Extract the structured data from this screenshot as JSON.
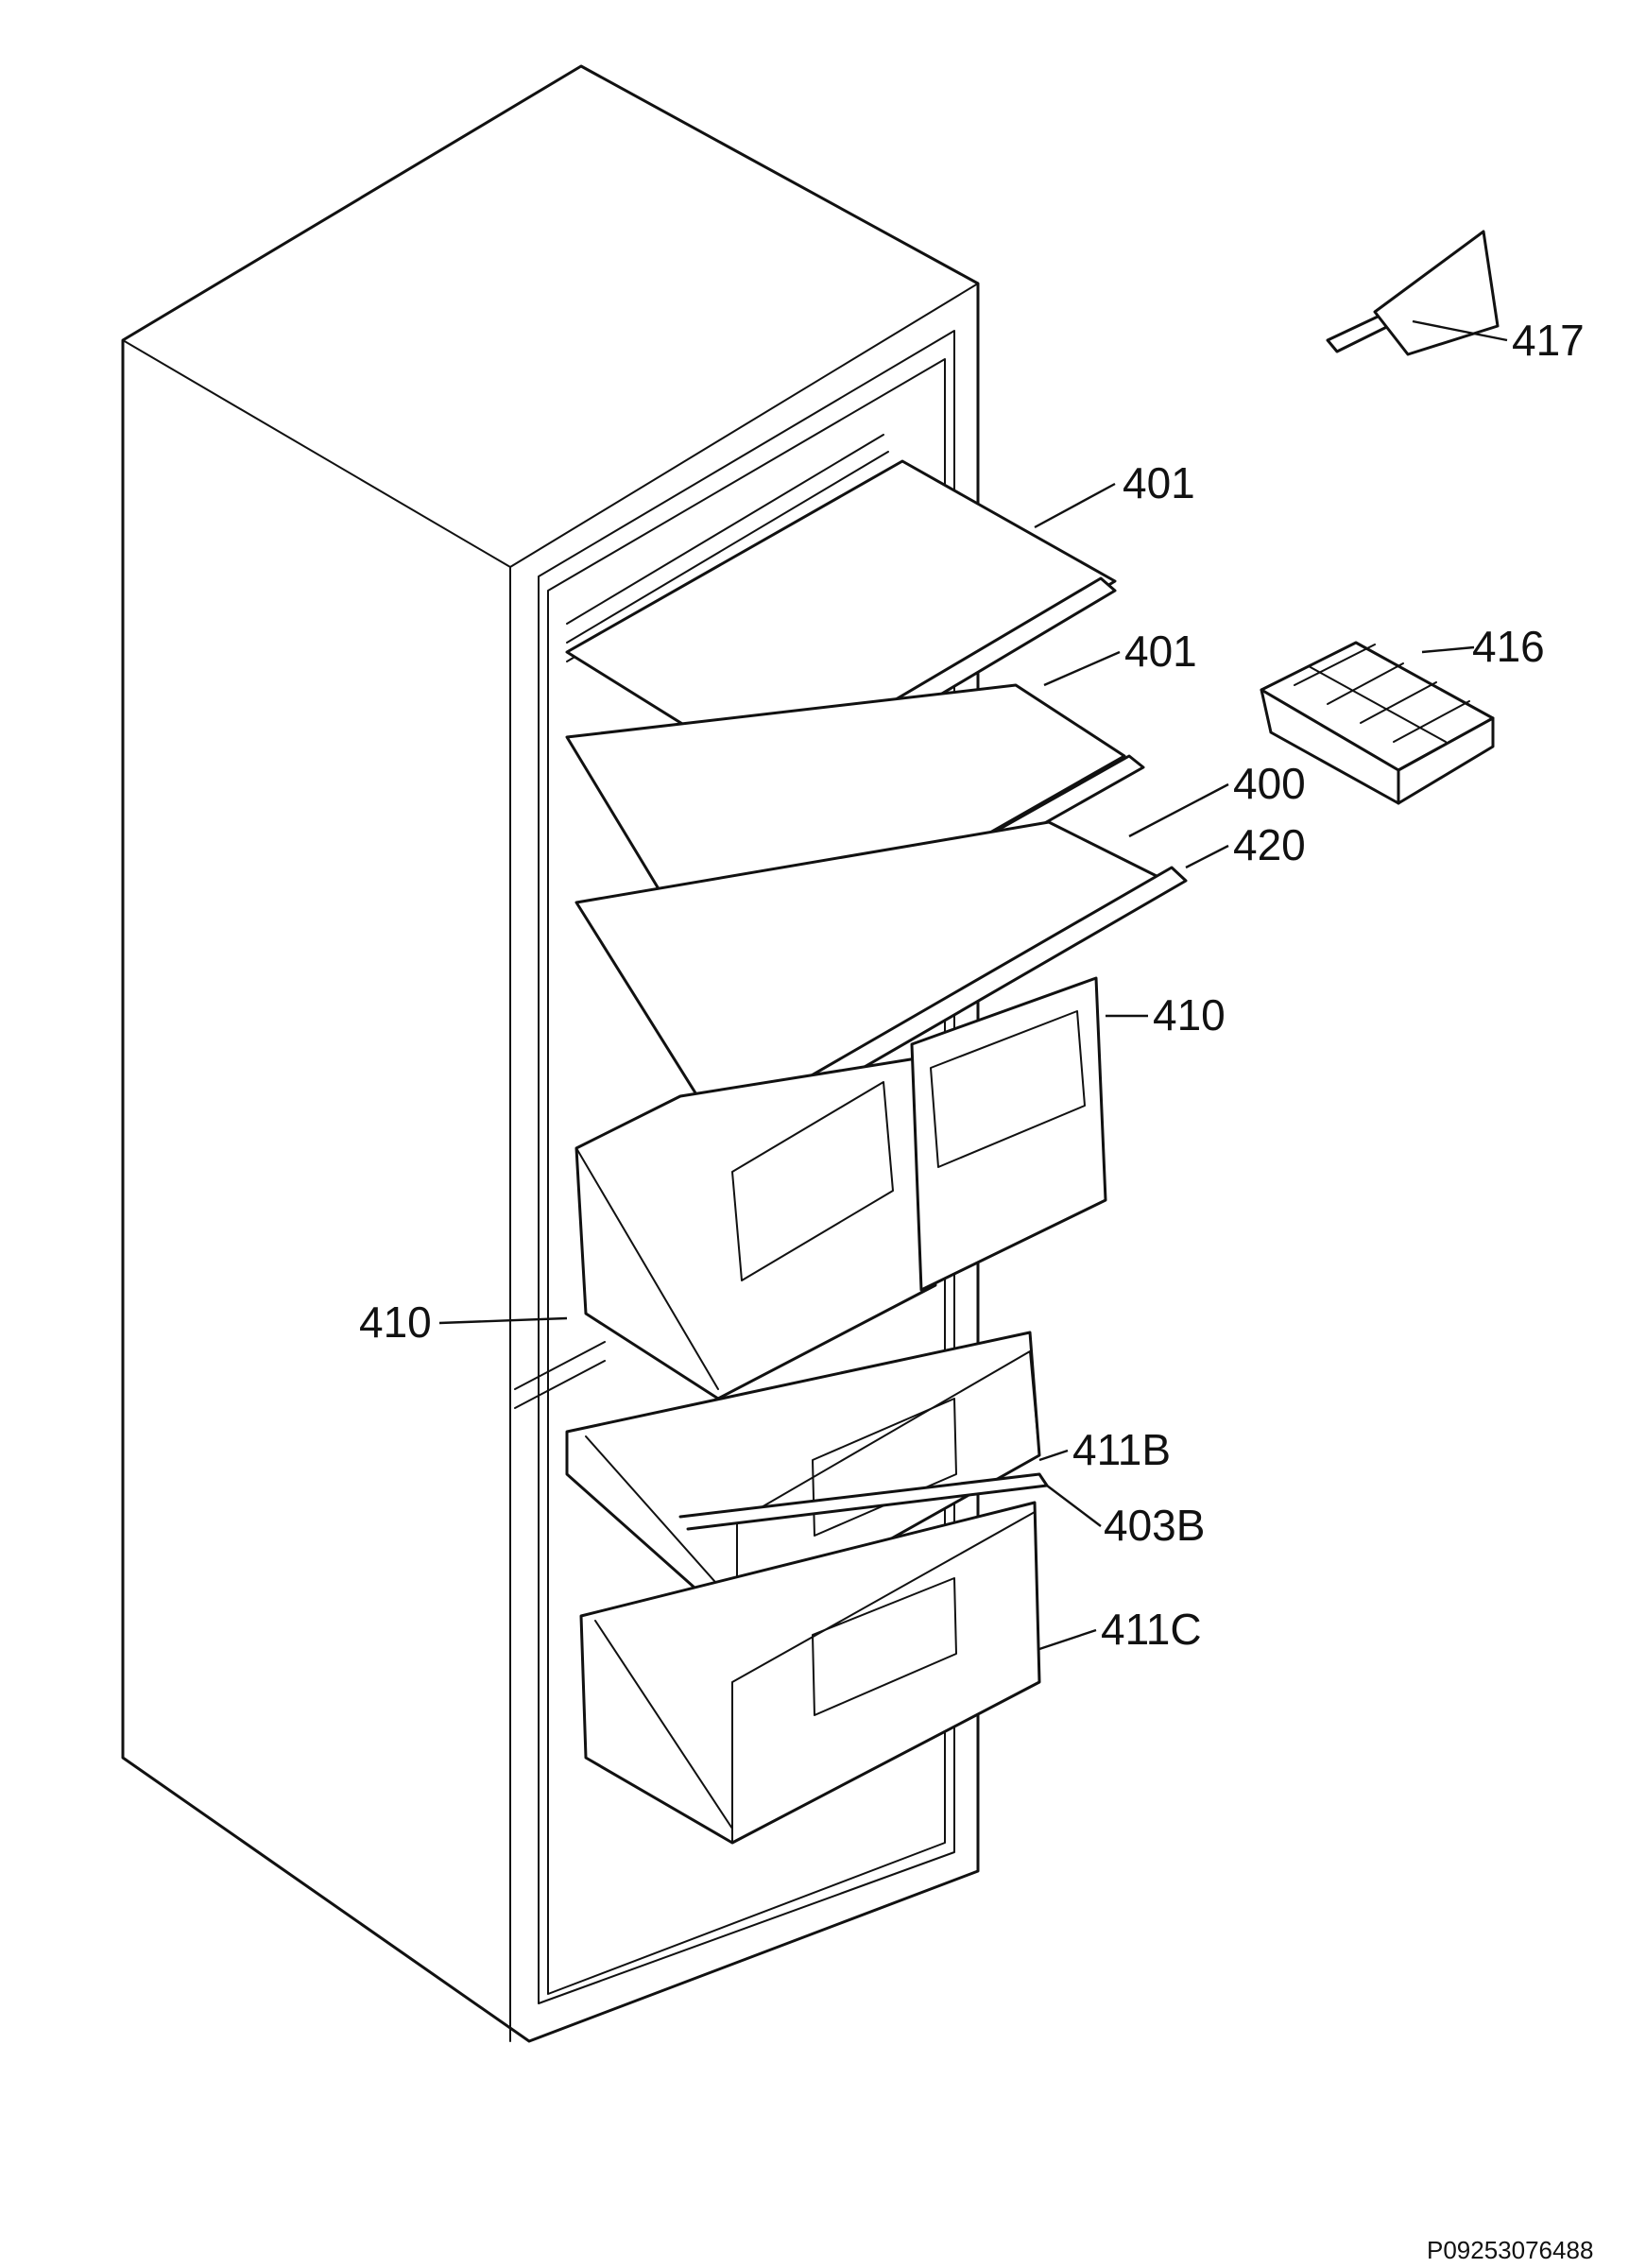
{
  "callouts": {
    "c417": "417",
    "c401a": "401",
    "c401b": "401",
    "c416": "416",
    "c400": "400",
    "c420": "420",
    "c410a": "410",
    "c410b": "410",
    "c411B": "411B",
    "c403B": "403B",
    "c411C": "411C"
  },
  "footer": {
    "code": "P09253076488"
  }
}
